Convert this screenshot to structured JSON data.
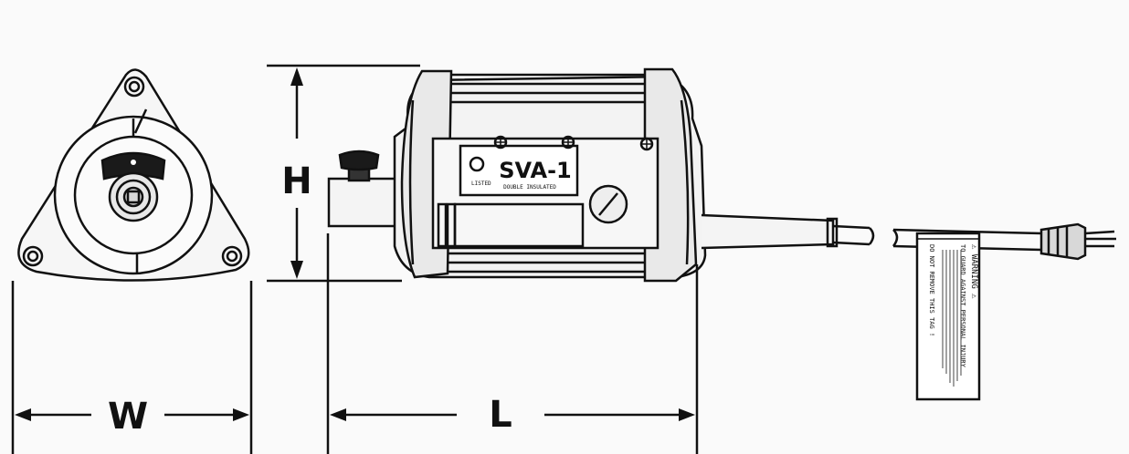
{
  "dimensions": {
    "width_label": "W",
    "height_label": "H",
    "length_label": "L"
  },
  "device": {
    "model": "SVA-1",
    "insulation_text": "DOUBLE INSULATED",
    "brand_text": "LISTED"
  },
  "warning_tag": {
    "heading": "⚠ WARNING ⚠",
    "line1": "TO GUARD AGAINST PERSONAL INJURY",
    "line2": "DO NOT REMOVE THIS TAG !"
  }
}
